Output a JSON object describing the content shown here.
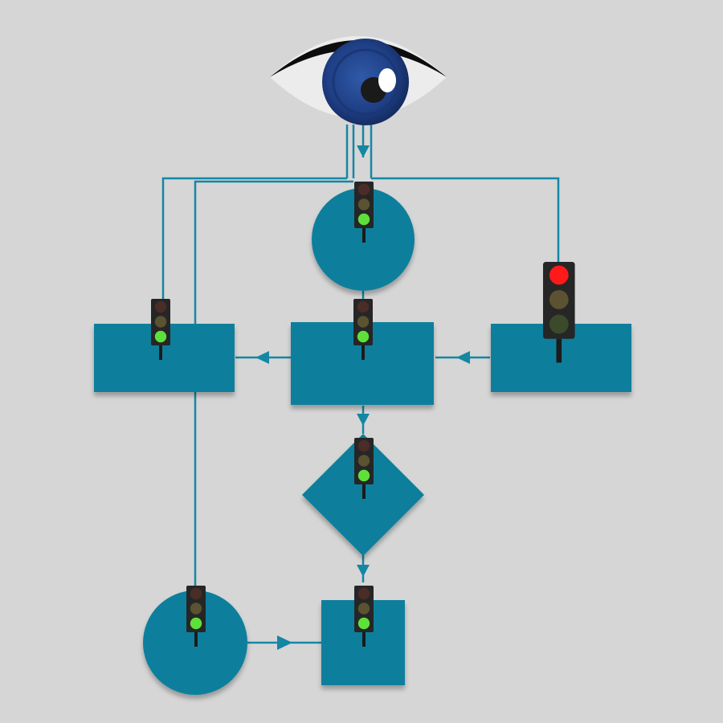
{
  "colors": {
    "background": "#d6d6d6",
    "shape_fill": "#0b7f9c",
    "connector": "#1487a3",
    "light_red_on": "#ff1a1a",
    "light_red_off": "#4a2d26",
    "light_yellow_off": "#5a5230",
    "light_green_on": "#5ee03a",
    "light_green_off": "#3b4a2a",
    "signal_housing": "#262626"
  },
  "icons": {
    "eye": "eye-icon",
    "signal": "traffic-light-icon"
  },
  "diagram": {
    "nodes": [
      {
        "id": "start-circle",
        "shape": "circle",
        "signal": "green"
      },
      {
        "id": "left-process",
        "shape": "rectangle",
        "signal": "green"
      },
      {
        "id": "center-process",
        "shape": "rectangle",
        "signal": "green"
      },
      {
        "id": "right-process",
        "shape": "rectangle",
        "signal": "red"
      },
      {
        "id": "decision",
        "shape": "diamond",
        "signal": "green"
      },
      {
        "id": "bottom-circle",
        "shape": "circle",
        "signal": "green"
      },
      {
        "id": "end-process",
        "shape": "rectangle",
        "signal": "green"
      }
    ],
    "edges": [
      {
        "from": "eye",
        "to": "start-circle"
      },
      {
        "from": "eye",
        "to": "left-process"
      },
      {
        "from": "eye",
        "to": "right-process"
      },
      {
        "from": "center-process",
        "to": "left-process"
      },
      {
        "from": "right-process",
        "to": "center-process"
      },
      {
        "from": "center-process",
        "to": "decision"
      },
      {
        "from": "decision",
        "to": "end-process"
      },
      {
        "from": "left-process",
        "to": "bottom-circle"
      },
      {
        "from": "bottom-circle",
        "to": "end-process"
      }
    ]
  }
}
